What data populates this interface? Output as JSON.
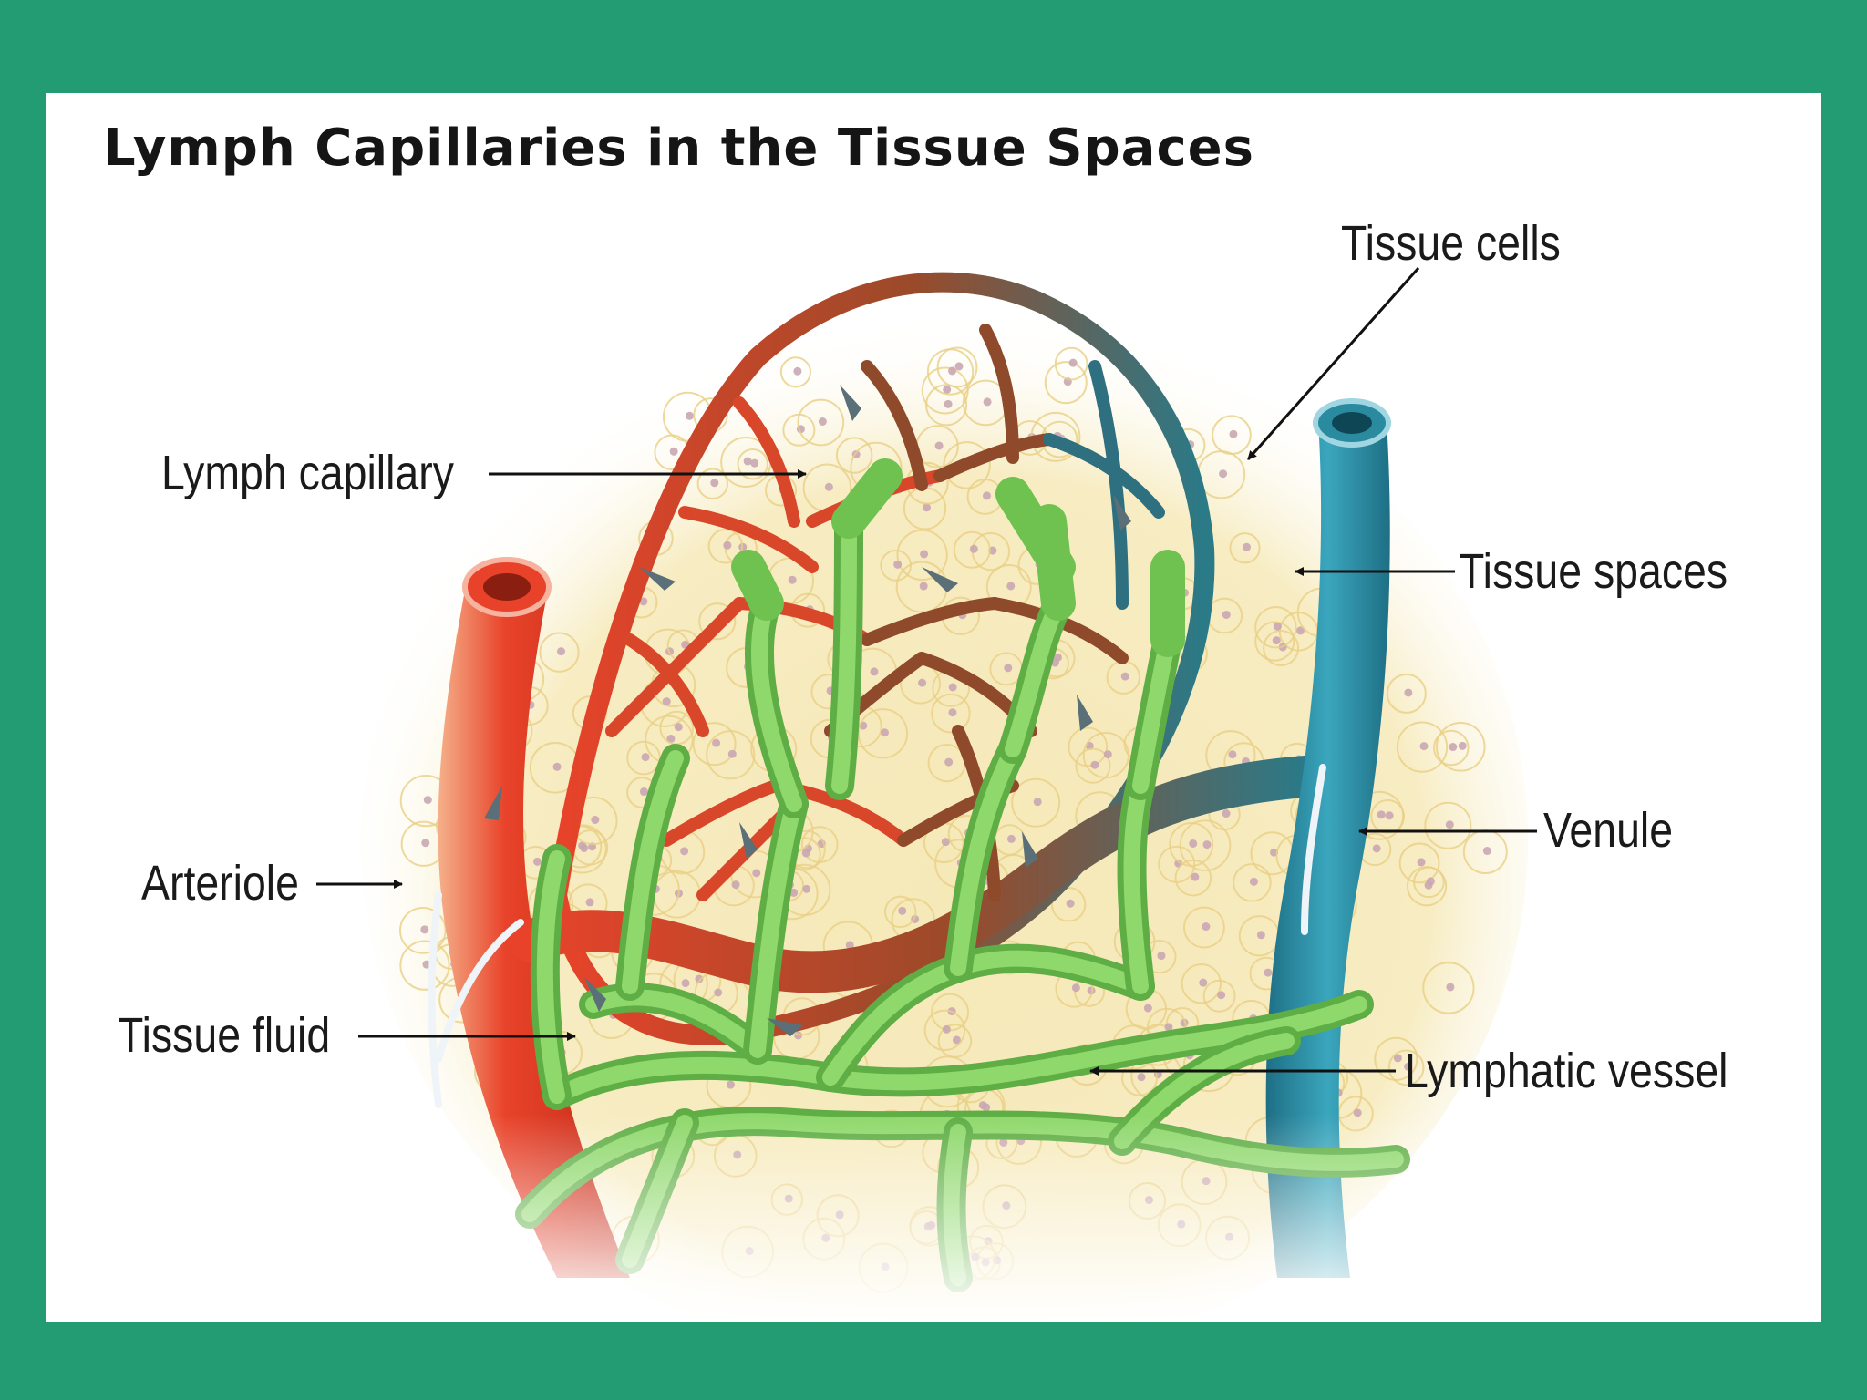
{
  "title": "Lymph Capillaries in the Tissue Spaces",
  "labels": {
    "tissue_cells": "Tissue cells",
    "lymph_capillary": "Lymph capillary",
    "tissue_spaces": "Tissue spaces",
    "venule": "Venule",
    "arteriole": "Arteriole",
    "tissue_fluid": "Tissue fluid",
    "lymphatic_vessel": "Lymphatic vessel"
  },
  "colors": {
    "frame": "#239b73",
    "arteriole": "#e8432a",
    "capillary_bed": "#b5502a",
    "venule": "#2a8aa0",
    "lymphatic": "#7cc95a",
    "tissue": "#f6e9b8"
  }
}
